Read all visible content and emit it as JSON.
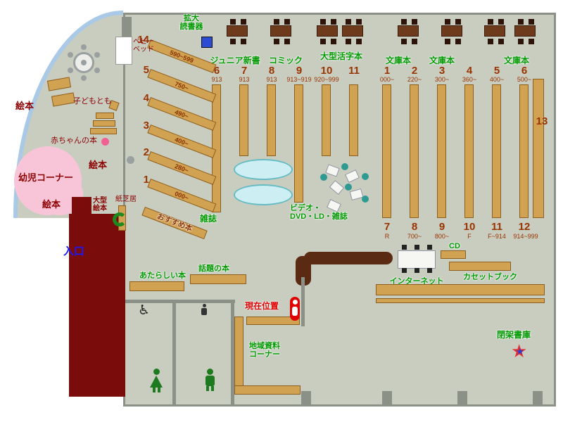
{
  "colors": {
    "floor": "#c9cdc0",
    "wall_gray": "#8b9186",
    "curve_blue": "#a9c9e6",
    "shelf_wood": "#d2a253",
    "table_brown": "#6e3a1c",
    "counter_brown": "#5a2b12",
    "maroon_wall": "#7a0c0c",
    "pink_area": "#f8c5d8",
    "green_label": "#009900",
    "brown_number": "#993300",
    "dark_red_label": "#8b0000",
    "entrance_blue": "#1a1aff",
    "current_red": "#dd0000",
    "teal": "#66bcc4"
  },
  "top_area": {
    "magnifier": "拡大\n読書器",
    "sections": [
      "ジュニア新書",
      "コミック",
      "大型活字本",
      "文庫本",
      "文庫本",
      "文庫本"
    ]
  },
  "shelves": {
    "upper_columns": [
      {
        "num": "6",
        "range": "913"
      },
      {
        "num": "7",
        "range": "913"
      },
      {
        "num": "8",
        "range": "913"
      },
      {
        "num": "9",
        "range": "913~919"
      },
      {
        "num": "10",
        "range": "920~999"
      },
      {
        "num": "11",
        "range": ""
      },
      {
        "num": "1",
        "range": "000~"
      },
      {
        "num": "2",
        "range": "220~"
      },
      {
        "num": "3",
        "range": "300~"
      },
      {
        "num": "4",
        "range": "360~"
      },
      {
        "num": "5",
        "range": "400~"
      },
      {
        "num": "6",
        "range": "500~"
      }
    ],
    "lower_labels": [
      {
        "num": "7",
        "range": "R"
      },
      {
        "num": "8",
        "range": "700~"
      },
      {
        "num": "9",
        "range": "800~"
      },
      {
        "num": "10",
        "range": "F"
      },
      {
        "num": "11",
        "range": "F~914"
      },
      {
        "num": "12",
        "range": "914~999"
      }
    ],
    "diagonal": [
      {
        "num": "14",
        "range": "590~599"
      },
      {
        "num": "5",
        "range": "750~"
      },
      {
        "num": "4",
        "range": "490~"
      },
      {
        "num": "3",
        "range": "400~"
      },
      {
        "num": "2",
        "range": "280~"
      },
      {
        "num": "1",
        "range": "000~"
      }
    ],
    "right_wall_num": "13"
  },
  "labels": {
    "ehon_top": "絵本",
    "ehon_mid": "絵本",
    "ehon_bottom": "絵本",
    "baby_books": "赤ちゃんの本",
    "toddler": "幼児コーナー",
    "kodomo_tomo": "子どもとも",
    "baby_bed": "ベビー\nベッド",
    "ogata_ehon": "大型\n絵本",
    "kamishibai": "紙芝居",
    "osusume": "おすすめ本",
    "zasshi": "雑誌",
    "video": "ビデオ・\nDVD・LD・雑誌",
    "entrance": "入口",
    "new_books": "あたらしい本",
    "topic_books": "話題の本",
    "current": "現在位置",
    "chiiki": "地域資料\nコーナー",
    "internet": "インターネット",
    "cd": "CD",
    "cassette": "カセットブック",
    "heika": "閉架書庫"
  }
}
